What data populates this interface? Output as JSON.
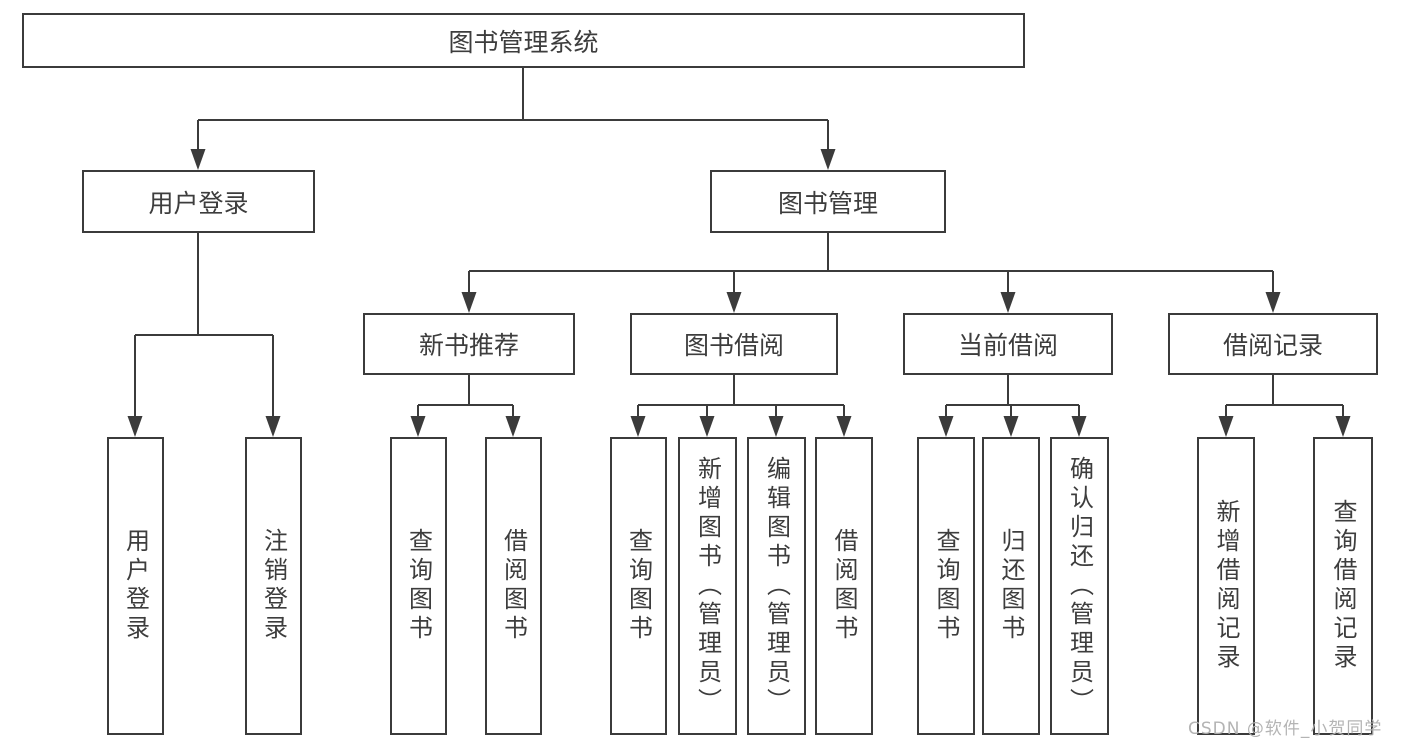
{
  "tree": {
    "root": "图书管理系统",
    "branches": [
      {
        "label": "用户登录",
        "children": [
          "用户登录",
          "注销登录"
        ]
      },
      {
        "label": "图书管理",
        "groups": [
          {
            "label": "新书推荐",
            "children": [
              "查询图书",
              "借阅图书"
            ]
          },
          {
            "label": "图书借阅",
            "children": [
              "查询图书",
              "新增图书（管理员）",
              "编辑图书（管理员）",
              "借阅图书"
            ]
          },
          {
            "label": "当前借阅",
            "children": [
              "查询图书",
              "归还图书",
              "确认归还（管理员）"
            ]
          },
          {
            "label": "借阅记录",
            "children": [
              "新增借阅记录",
              "查询借阅记录"
            ]
          }
        ]
      }
    ]
  },
  "watermark": {
    "text": "CSDN @软件_小贺同学"
  },
  "colors": {
    "line": "#3b3b3b",
    "text": "#3d3d3d",
    "box_background": "#ffffff",
    "watermark": "#b0b0b0",
    "page_background": "#ffffff"
  }
}
